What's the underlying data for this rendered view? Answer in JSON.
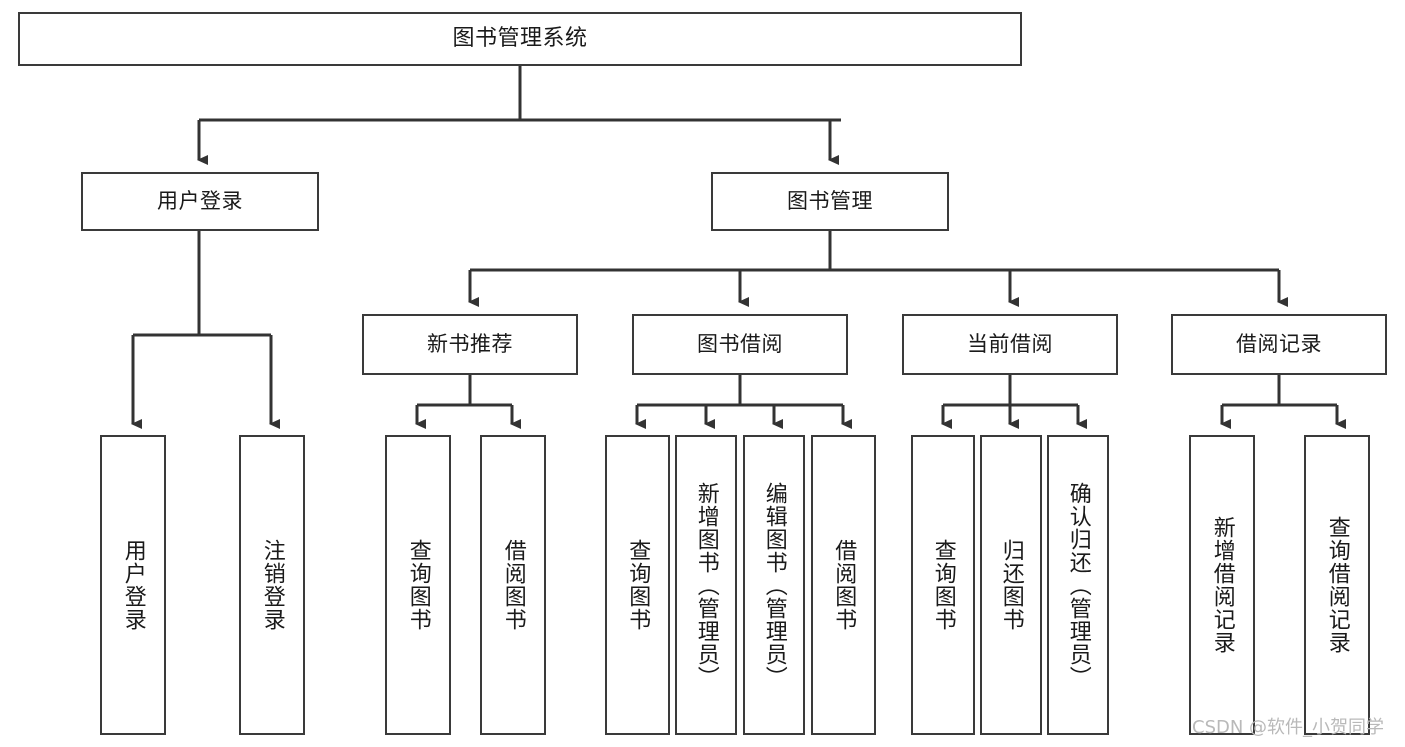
{
  "diagram": {
    "title": "图书管理系统",
    "watermark": "CSDN @软件_小贺同学",
    "stroke_color": "#3a3a3a",
    "background_color": "#ffffff",
    "text_color": "#1a1a1a",
    "watermark_color": "#b9b9b9"
  },
  "levels": {
    "root": {
      "label": "图书管理系统"
    },
    "level2": [
      {
        "label": "用户登录"
      },
      {
        "label": "图书管理"
      }
    ],
    "level3": [
      {
        "label": "新书推荐"
      },
      {
        "label": "图书借阅"
      },
      {
        "label": "当前借阅"
      },
      {
        "label": "借阅记录"
      }
    ],
    "leaves": {
      "user_login": [
        {
          "label": "用户登录"
        },
        {
          "label": "注销登录"
        }
      ],
      "new_book_recommend": [
        {
          "label": "查询图书"
        },
        {
          "label": "借阅图书"
        }
      ],
      "book_borrow": [
        {
          "label": "查询图书"
        },
        {
          "label": "新增图书（管理员）"
        },
        {
          "label": "编辑图书（管理员）"
        },
        {
          "label": "借阅图书"
        }
      ],
      "current_borrow": [
        {
          "label": "查询图书"
        },
        {
          "label": "归还图书"
        },
        {
          "label": "确认归还（管理员）"
        }
      ],
      "borrow_records": [
        {
          "label": "新增借阅记录"
        },
        {
          "label": "查询借阅记录"
        }
      ]
    }
  }
}
